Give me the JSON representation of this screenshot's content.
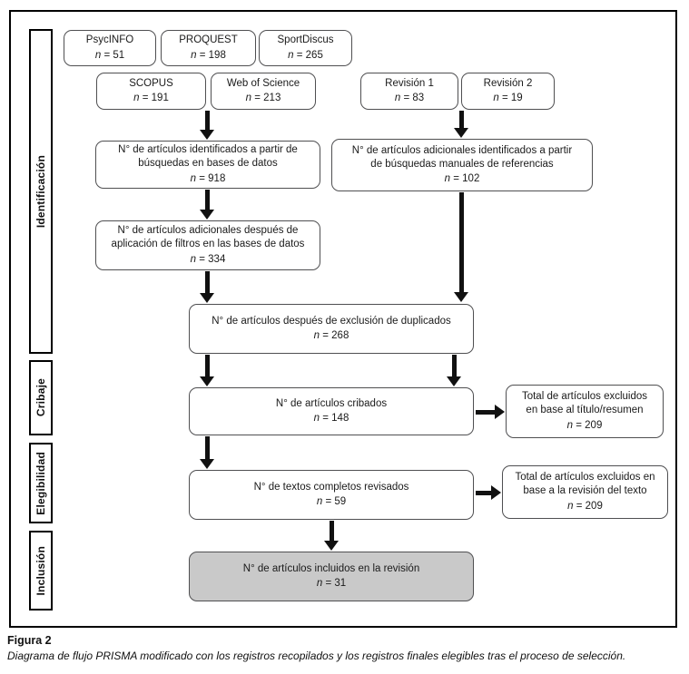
{
  "stages": {
    "identificacion": "Identificación",
    "cribaje": "Cribaje",
    "elegibilidad": "Elegibilidad",
    "inclusion": "Inclusión"
  },
  "boxes": {
    "psycinfo": {
      "title": "PsycINFO",
      "n_symbol": "n",
      "n_value": " = 51"
    },
    "proquest": {
      "title": "PROQUEST",
      "n_symbol": "n",
      "n_value": " = 198"
    },
    "sportdiscus": {
      "title": "SportDiscus",
      "n_symbol": "n",
      "n_value": " = 265"
    },
    "scopus": {
      "title": "SCOPUS",
      "n_symbol": "n",
      "n_value": " = 191"
    },
    "wos": {
      "title": "Web of Science",
      "n_symbol": "n",
      "n_value": " = 213"
    },
    "revision1": {
      "title": "Revisión 1",
      "n_symbol": "n",
      "n_value": " = 83"
    },
    "revision2": {
      "title": "Revisión 2",
      "n_symbol": "n",
      "n_value": " = 19"
    },
    "identified": {
      "title": [
        "N° de artículos identificados a partir de",
        "búsquedas en bases de datos"
      ],
      "n_symbol": "n",
      "n_value": " = 918"
    },
    "manual": {
      "title": [
        "N° de artículos adicionales identificados a partir",
        "de búsquedas manuales de referencias"
      ],
      "n_symbol": "n",
      "n_value": " = 102"
    },
    "filtered": {
      "title": [
        "N° de artículos adicionales después de",
        "aplicación de filtros en las bases de datos"
      ],
      "n_symbol": "n",
      "n_value": " = 334"
    },
    "duplicates": {
      "title": "N° de artículos después de exclusión de duplicados",
      "n_symbol": "n",
      "n_value": " = 268"
    },
    "screened": {
      "title": "N° de artículos cribados",
      "n_symbol": "n",
      "n_value": " = 148"
    },
    "excluded_title": {
      "title": [
        "Total de artículos excluidos",
        "en base al título/resumen"
      ],
      "n_symbol": "n",
      "n_value": " = 209"
    },
    "fulltext": {
      "title": "N° de textos completos revisados",
      "n_symbol": "n",
      "n_value": " = 59"
    },
    "excluded_text": {
      "title": [
        "Total de artículos excluidos en",
        "base a la revisión del texto"
      ],
      "n_symbol": "n",
      "n_value": " = 209"
    },
    "included": {
      "title": "N° de artículos incluidos en la revisión",
      "n_symbol": "n",
      "n_value": " = 31"
    }
  },
  "caption": {
    "title": "Figura 2",
    "text": "Diagrama de flujo PRISMA modificado con los registros recopilados y los registros finales elegibles tras el proceso de selección."
  }
}
